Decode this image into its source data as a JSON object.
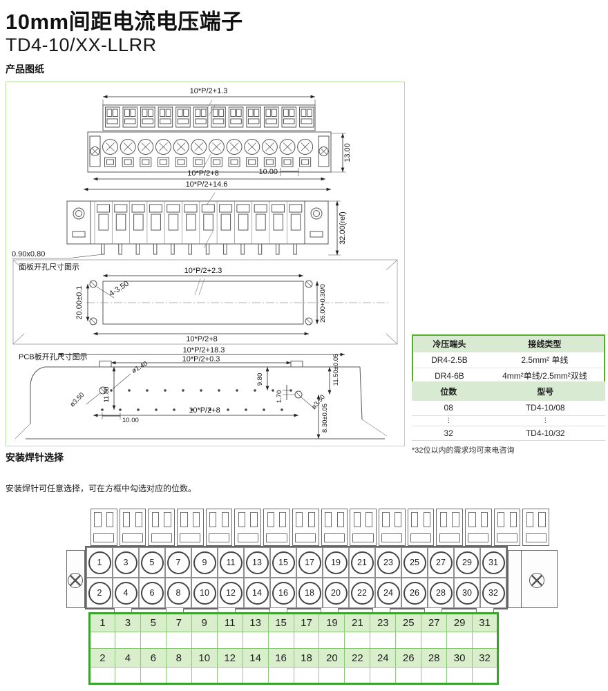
{
  "page": {
    "title": "10mm间距电流电压端子",
    "model": "TD4-10/XX-LLRR",
    "section_drawing": "产品图纸",
    "section_pins": "安装焊针选择",
    "install_note": "安装焊针可任意选择，可在方框中勾选对应的位数。"
  },
  "colors": {
    "accent_green": "#55ad2b",
    "drawing_panel_border": "#b9dba2",
    "table_header_bg": "#d9ead2",
    "selection_border": "#3aa32e",
    "selection_cell_bg": "#d9eecb",
    "selection_grid": "#8cc979"
  },
  "drawing": {
    "front_view": {
      "dim_top": "10*P/2+1.3",
      "dim_right": "13.00",
      "dim_width1": "10*P/2+8",
      "dim_pitch": "10.00",
      "dim_width2": "10*P/2+14.6"
    },
    "side_view": {
      "dim_height": "32.00(ref)",
      "dim_pin": "0.90x0.80"
    },
    "panel_view": {
      "label": "面板开孔尺寸图示",
      "dim_top": "10*P/2+2.3",
      "dim_holes": "4-3.50",
      "dim_left": "20.00±0.1",
      "dim_right": "26.00+0.30/0",
      "dim_bottom": "10*P/2+8"
    },
    "pcb_view": {
      "label": "PCB板开孔尺寸图示",
      "dim_top1": "10*P/2+18.3",
      "dim_top2": "10*P/2+0.3",
      "dim_hole_small": "ø1.40",
      "dim_hole_left": "ø3.50",
      "dim_v_left": "11.80",
      "dim_pitch": "10.00",
      "dim_v_mid": "9.80",
      "dim_v_gap": "1.70",
      "dim_hole_right": "ø3.50",
      "dim_right_top": "11.50±0.05",
      "dim_right_bottom": "8.30±0.05",
      "dim_bottom": "10*P/2+8"
    }
  },
  "crimp_table": {
    "headers": [
      "冷压端头",
      "接线类型"
    ],
    "rows": [
      [
        "DR4-2.5B",
        "2.5mm² 单线"
      ],
      [
        "DR4-6B",
        "4mm²单线/2.5mm²双线"
      ]
    ]
  },
  "model_table": {
    "headers": [
      "位数",
      "型号"
    ],
    "rows": [
      [
        "08",
        "TD4-10/08"
      ],
      [
        "⋮",
        "⋮"
      ],
      [
        "32",
        "TD4-10/32"
      ]
    ],
    "footnote": "*32位以内的需求均可来电咨询"
  },
  "pin_block": {
    "top_row": [
      1,
      3,
      5,
      7,
      9,
      11,
      13,
      15,
      17,
      19,
      21,
      23,
      25,
      27,
      29,
      31
    ],
    "bottom_row": [
      2,
      4,
      6,
      8,
      10,
      12,
      14,
      16,
      18,
      20,
      22,
      24,
      26,
      28,
      30,
      32
    ]
  },
  "selection_table": {
    "rows": [
      [
        "1",
        "3",
        "5",
        "7",
        "9",
        "11",
        "13",
        "15",
        "17",
        "19",
        "21",
        "23",
        "25",
        "27",
        "29",
        "31"
      ],
      [
        "",
        "",
        "",
        "",
        "",
        "",
        "",
        "",
        "",
        "",
        "",
        "",
        "",
        "",
        "",
        ""
      ],
      [
        "2",
        "4",
        "6",
        "8",
        "10",
        "12",
        "14",
        "16",
        "18",
        "20",
        "22",
        "24",
        "26",
        "28",
        "30",
        "32"
      ],
      [
        "",
        "",
        "",
        "",
        "",
        "",
        "",
        "",
        "",
        "",
        "",
        "",
        "",
        "",
        "",
        ""
      ]
    ]
  }
}
